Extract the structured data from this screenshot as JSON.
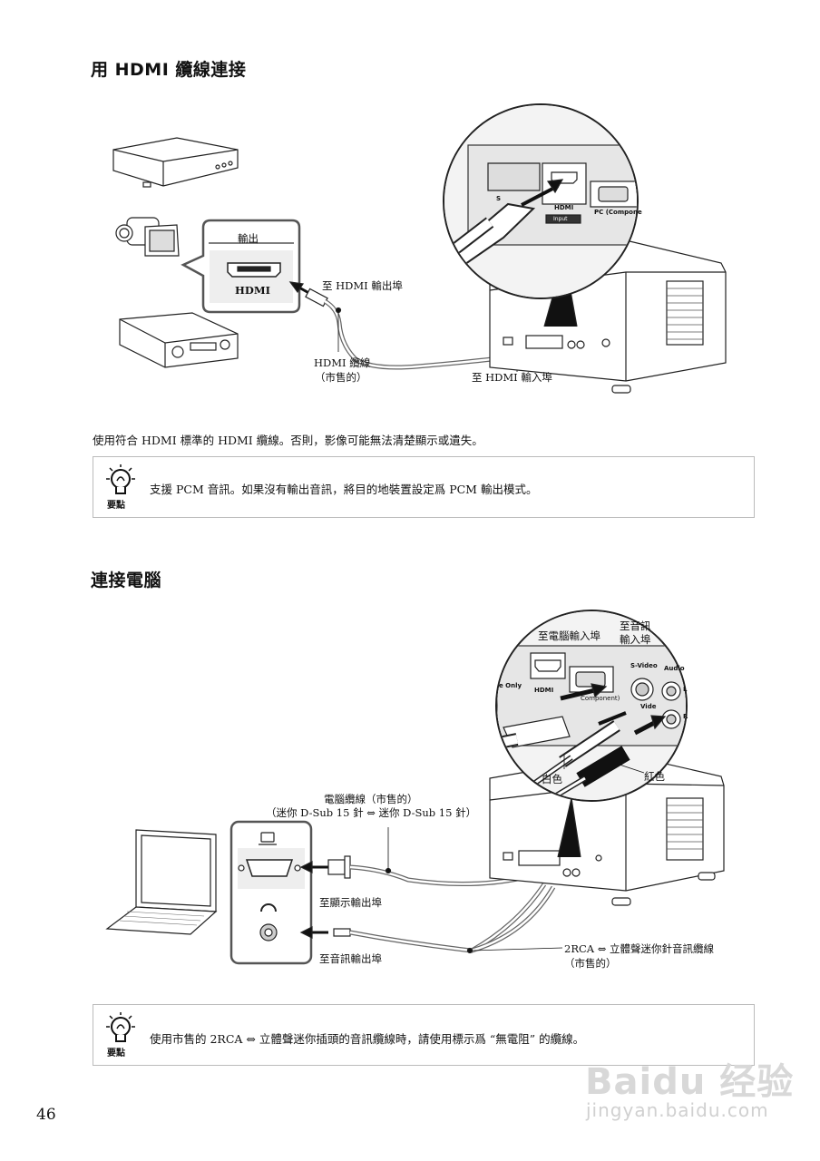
{
  "section1": {
    "heading": "用 HDMI 纜線連接",
    "output_panel_title": "輸出",
    "output_port_label": "HDMI",
    "to_output_port": "至 HDMI 輸出埠",
    "cable_name": "HDMI 纜線",
    "cable_note": "（市售的）",
    "to_input_port": "至 HDMI 輸入埠",
    "projector_panel": {
      "hdmi": "HDMI",
      "pc": "PC (Compone",
      "input": "Input",
      "s": "S"
    },
    "note": "使用符合 HDMI 標準的 HDMI 纜線。否則，影像可能無法清楚顯示或遺失。",
    "tip_icon_label": "要點",
    "tip": "支援 PCM 音訊。如果沒有輸出音訊，將目的地裝置設定爲 PCM 輸出模式。"
  },
  "section2": {
    "heading": "連接電腦",
    "to_pc_input": "至電腦輸入埠",
    "to_audio_input_line1": "至音訊",
    "to_audio_input_line2": "輸入埠",
    "projector_panel": {
      "only": "e Only",
      "hdmi": "HDMI",
      "component": "Component)",
      "svideo": "S-Video",
      "audio": "Audio",
      "video": "Vide",
      "r": "R",
      "l": "L"
    },
    "white": "白色",
    "red": "紅色",
    "pc_cable_line1": "電腦纜線（市售的）",
    "pc_cable_line2": "（迷你 D-Sub 15 針 ⇔ 迷你 D-Sub 15 針）",
    "to_monitor_output": "至顯示輸出埠",
    "to_audio_output": "至音訊輸出埠",
    "audio_cable_line1": "2RCA ⇔ 立體聲迷你針音訊纜線",
    "audio_cable_line2": "（市售的）",
    "tip_icon_label": "要點",
    "tip": "使用市售的 2RCA ⇔ 立體聲迷你插頭的音訊纜線時，請使用標示爲 “無電阻” 的纜線。"
  },
  "page_number": "46",
  "watermark": {
    "logo": "Baidu 经验",
    "url": "jingyan.baidu.com"
  }
}
